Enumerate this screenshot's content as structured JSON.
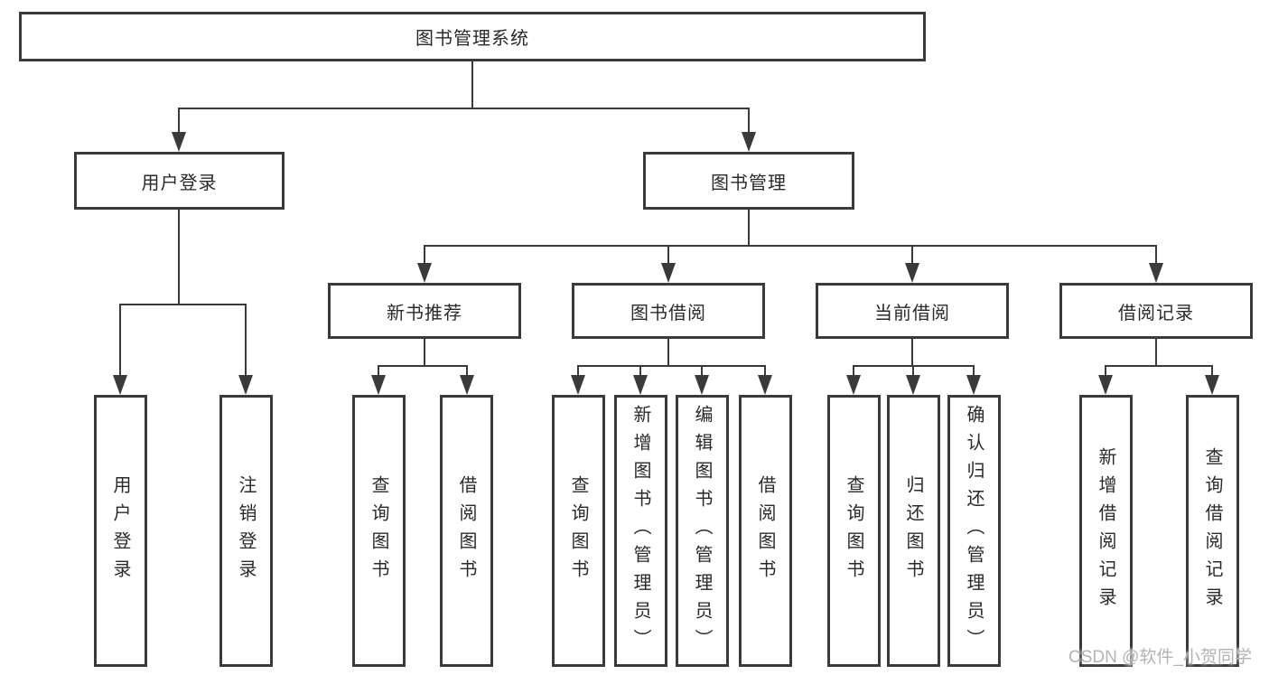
{
  "colors": {
    "line": "#3a3a3a",
    "box_border": "#3a3a3a",
    "text": "#2a2a2a",
    "watermark": "#b3b3b3",
    "background": "#ffffff"
  },
  "watermark": "CSDN @软件_小贺同学",
  "tree": {
    "label": "图书管理系统",
    "children": [
      {
        "label": "用户登录",
        "children": [
          {
            "label": "用户登录"
          },
          {
            "label": "注销登录"
          }
        ]
      },
      {
        "label": "图书管理",
        "children": [
          {
            "label": "新书推荐",
            "children": [
              {
                "label": "查询图书"
              },
              {
                "label": "借阅图书"
              }
            ]
          },
          {
            "label": "图书借阅",
            "children": [
              {
                "label": "查询图书"
              },
              {
                "label": "新增图书（管理员）"
              },
              {
                "label": "编辑图书（管理员）"
              },
              {
                "label": "借阅图书"
              }
            ]
          },
          {
            "label": "当前借阅",
            "children": [
              {
                "label": "查询图书"
              },
              {
                "label": "归还图书"
              },
              {
                "label": "确认归还（管理员）"
              }
            ]
          },
          {
            "label": "借阅记录",
            "children": [
              {
                "label": "新增借阅记录"
              },
              {
                "label": "查询借阅记录"
              }
            ]
          }
        ]
      }
    ]
  }
}
